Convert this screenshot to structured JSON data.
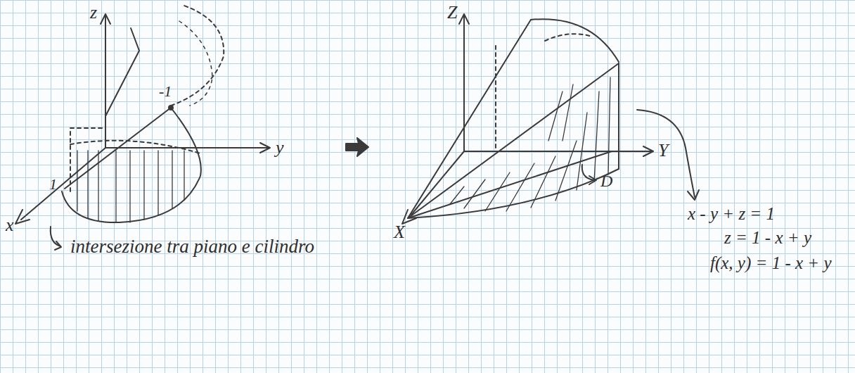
{
  "diagram": {
    "labels": [
      "z",
      "y",
      "x",
      "1",
      "-1",
      "intersezione tra piano e cilindro",
      "Z",
      "Y",
      "X",
      "D",
      "x - y + z = 1",
      "z = 1 - x + y",
      "f(x, y) = 1 - x + y"
    ]
  }
}
